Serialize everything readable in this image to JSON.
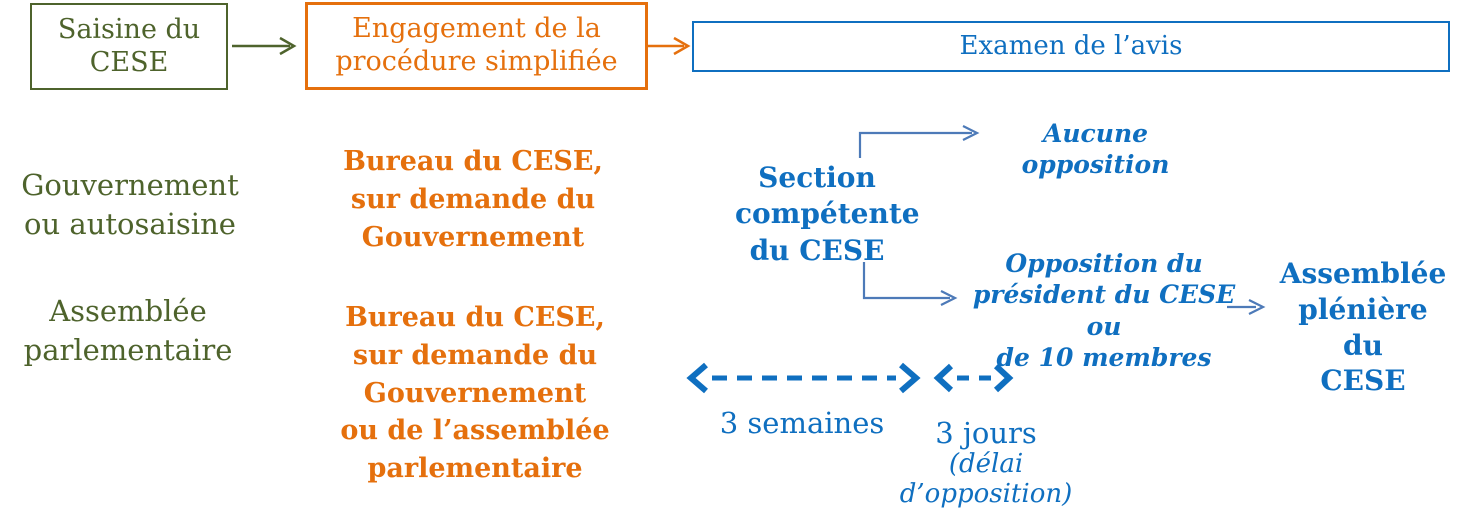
{
  "colors": {
    "green": "#4e632c",
    "orange": "#e5700d",
    "blue": "#0f6fc0",
    "connector": "#4d7ab8"
  },
  "flow": {
    "saisine_box": [
      "Saisine du",
      "CESE"
    ],
    "engagement_box": [
      "Engagement de la",
      "procédure simplifiée"
    ],
    "examen_box": "Examen de l’avis"
  },
  "origins": {
    "government": [
      "Gouvernement",
      "ou autosaisine"
    ],
    "assembly": [
      "Assemblée",
      "parlementaire"
    ]
  },
  "bureau": {
    "government_case": [
      "Bureau du CESE,",
      "sur demande du",
      "Gouvernement"
    ],
    "assembly_case": [
      "Bureau du CESE,",
      "sur demande du",
      "Gouvernement",
      "ou de l’assemblée",
      "parlementaire"
    ]
  },
  "section": {
    "label": [
      "Section",
      "compétente",
      "du CESE"
    ],
    "no_opposition": [
      "Aucune",
      "opposition"
    ],
    "opposition": [
      "Opposition du",
      "président du CESE ou",
      "de 10 membres"
    ],
    "plenary": [
      "Assemblée",
      "plénière du",
      "CESE"
    ]
  },
  "timeline": {
    "weeks": "3 semaines",
    "days": "3 jours",
    "days_note": "(délai d’opposition)"
  }
}
